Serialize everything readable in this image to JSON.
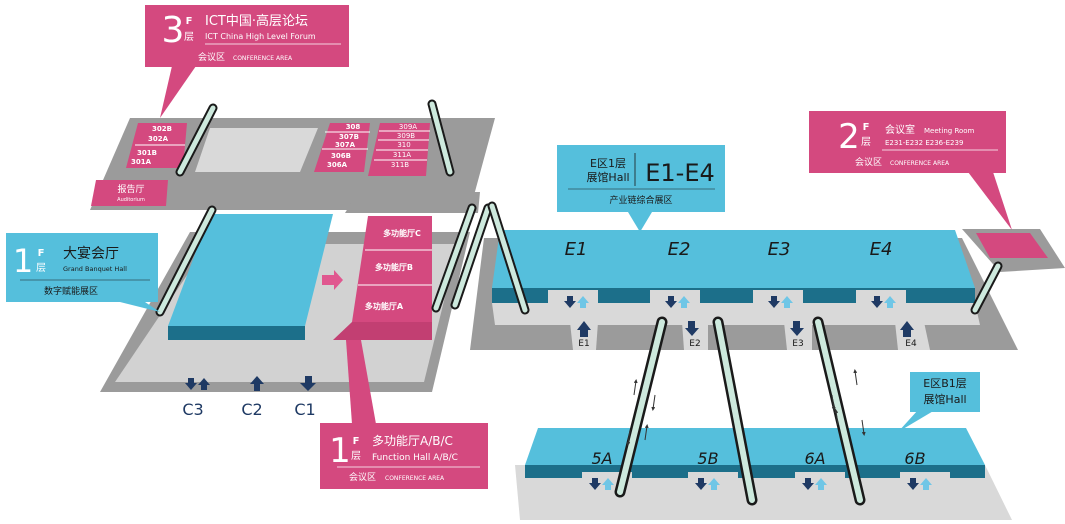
{
  "colors": {
    "magenta": "#d4497f",
    "cyan": "#55bfdc",
    "cyan_dark": "#1c6f8a",
    "gray_floor": "#9b9b9b",
    "gray_light": "#d9d9d9",
    "navy_arrow": "#1f3a64",
    "lightblue_arrow": "#6fc6e6",
    "escalator_green": "#cde9dd"
  },
  "callouts": {
    "f3": {
      "num": "3",
      "f_letter": "F",
      "ceng": "层",
      "title_cn": "ICT中国·高层论坛",
      "title_en": "ICT China High Level Forum",
      "area_cn": "会议区",
      "area_en": "CONFERENCE AREA"
    },
    "f1_banquet": {
      "num": "1",
      "f_letter": "F",
      "ceng": "层",
      "title_cn": "大宴会厅",
      "title_en": "Grand Banquet Hall",
      "sub": "数字赋能展区"
    },
    "e_hall": {
      "top": "E区1层",
      "bottom": "展馆Hall",
      "big": "E1-E4",
      "sub": "产业链综合展区"
    },
    "f2": {
      "num": "2",
      "f_letter": "F",
      "ceng": "层",
      "title_cn": "会议室",
      "title_en": "Meeting Room",
      "rooms": "E231-E232  E236-E239",
      "area_cn": "会议区",
      "area_en": "CONFERENCE AREA"
    },
    "e_b1": {
      "top": "E区B1层",
      "bottom": "展馆Hall"
    },
    "f1_function": {
      "num": "1",
      "f_letter": "F",
      "ceng": "层",
      "title_cn": "多功能厅A/B/C",
      "title_en": "Function Hall A/B/C",
      "area_cn": "会议区",
      "area_en": "CONFERENCE AREA"
    }
  },
  "rooms": {
    "left_top": [
      "302B",
      "302A"
    ],
    "left_bottom": [
      "301B",
      "301A"
    ],
    "mid": [
      "308",
      "307B",
      "307A",
      "306B",
      "306A"
    ],
    "right": [
      "309A",
      "309B",
      "310",
      "311A",
      "311B"
    ],
    "auditorium_cn": "报告厅",
    "auditorium_en": "Auditorium"
  },
  "function_halls": [
    "多功能厅C",
    "多功能厅B",
    "多功能厅A"
  ],
  "halls_1f": [
    "E1",
    "E2",
    "E3",
    "E4"
  ],
  "entrances_1f": [
    "E1",
    "E2",
    "E3",
    "E4"
  ],
  "halls_b1": [
    "5A",
    "5B",
    "6A",
    "6B"
  ],
  "gates": [
    "C3",
    "C2",
    "C1"
  ]
}
